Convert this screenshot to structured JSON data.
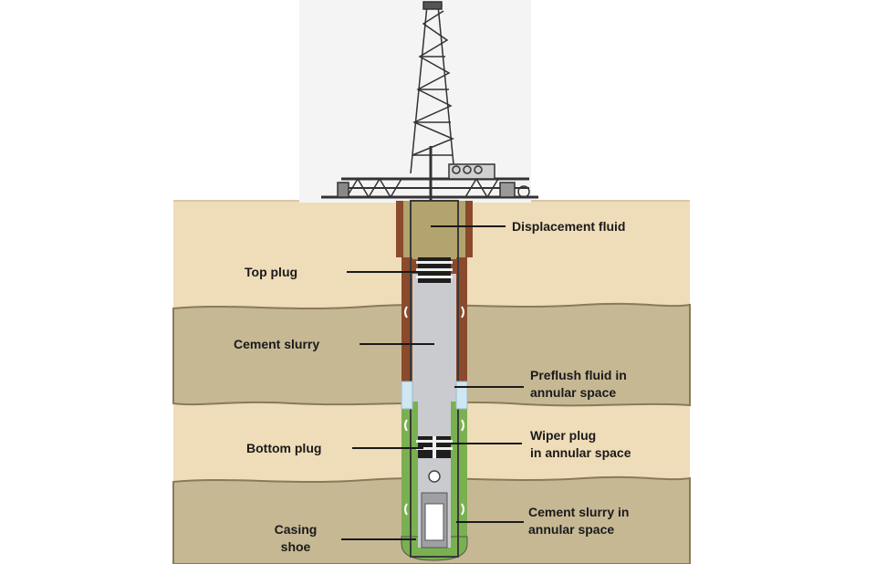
{
  "labels": {
    "displacement_fluid": "Displacement fluid",
    "top_plug": "Top plug",
    "cement_slurry": "Cement slurry",
    "preflush_line1": "Preflush fluid in",
    "preflush_line2": "annular space",
    "bottom_plug": "Bottom plug",
    "wiper_line1": "Wiper plug",
    "wiper_line2": "in annular space",
    "cement_annular_line1": "Cement slurry in",
    "cement_annular_line2": "annular space",
    "casing_line1": "Casing",
    "casing_line2": "shoe"
  },
  "colors": {
    "soil_light": "#efdcb8",
    "soil_dark": "#c7b894",
    "formation_edge": "#8a7a5a",
    "casing_brown": "#8a4a2c",
    "displacement_olive": "#b3a36e",
    "slurry_gray": "#c9cbcf",
    "plug_black": "#1e1e1e",
    "preflush_blue": "#cfe6f3",
    "cement_green": "#79b050",
    "rig_steel": "#333333"
  },
  "icons": [
    "drilling-rig-icon"
  ]
}
